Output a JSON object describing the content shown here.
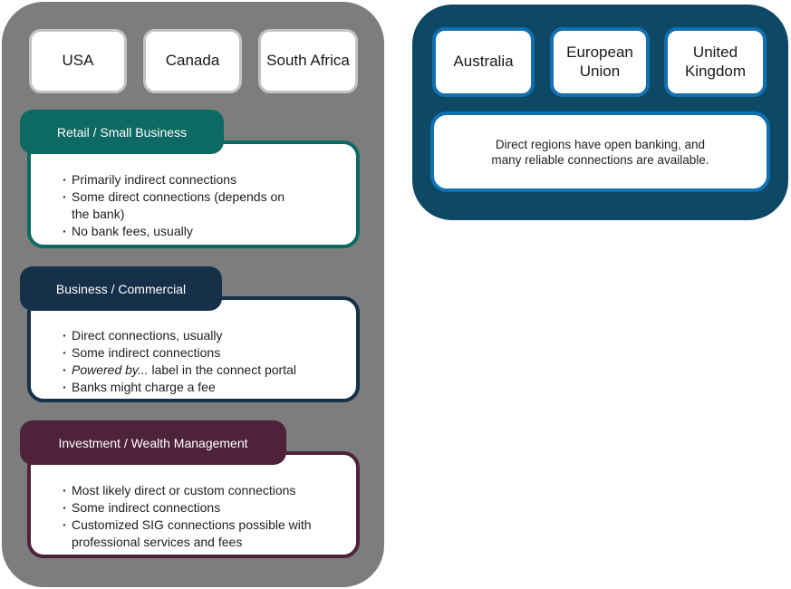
{
  "colors": {
    "panel_gray": "#7d7d7d",
    "panel_blue": "#0d4865",
    "accent_blue": "#1170b2",
    "teal": "#0d6963",
    "navy": "#16304a",
    "maroon": "#4e2239",
    "country_border": "#c3c3c3",
    "text_dark": "#1f1f1f"
  },
  "indirect_panel": {
    "countries": [
      {
        "label": "USA"
      },
      {
        "label": "Canada"
      },
      {
        "label": "South Africa"
      }
    ],
    "sections": [
      {
        "title": "Retail / Small Business",
        "bullets": [
          {
            "text": "Primarily indirect connections"
          },
          {
            "lines": [
              "Some direct  connections (depends on",
              "the bank)"
            ]
          },
          {
            "text": "No bank fees, usually"
          }
        ]
      },
      {
        "title": "Business / Commercial",
        "bullets": [
          {
            "text": "Direct connections, usually"
          },
          {
            "text": "Some indirect connections"
          },
          {
            "italic": "Powered by...",
            "text": " label in the connect portal"
          },
          {
            "text": "Banks might charge a fee"
          }
        ]
      },
      {
        "title": "Investment / Wealth Management",
        "bullets": [
          {
            "text": "Most likely direct or custom connections"
          },
          {
            "text": "Some indirect connections"
          },
          {
            "lines": [
              "Customized SIG connections possible with",
              "professional services and fees"
            ]
          }
        ]
      }
    ]
  },
  "direct_panel": {
    "countries": [
      {
        "label": "Australia"
      },
      {
        "label": "European Union"
      },
      {
        "label": "United Kingdom"
      }
    ],
    "note_lines": [
      "Direct regions have open banking, and",
      "many reliable connections are available."
    ]
  }
}
